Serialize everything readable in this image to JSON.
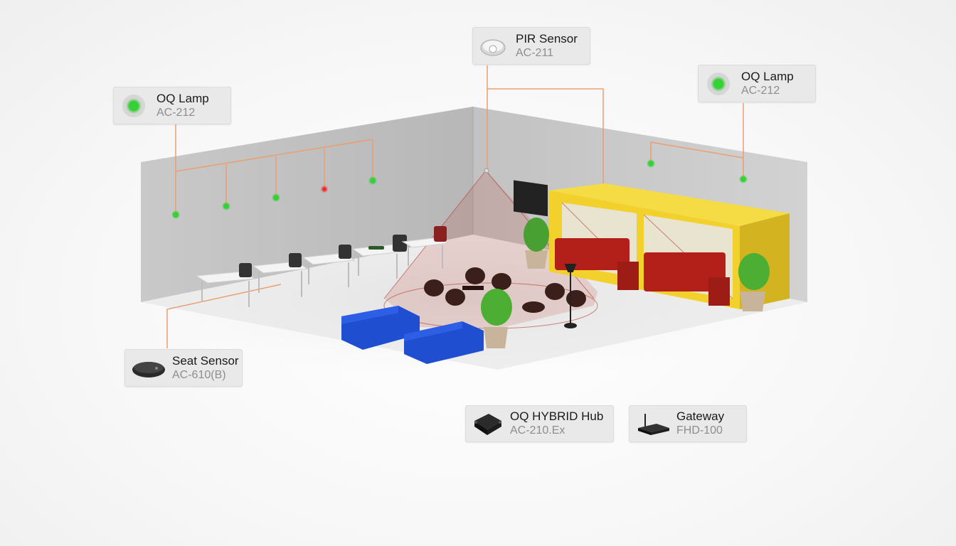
{
  "labels": {
    "pir_sensor": {
      "name": "PIR Sensor",
      "model": "AC-211",
      "icon": "pir-sensor-icon"
    },
    "oq_lamp_left": {
      "name": "OQ Lamp",
      "model": "AC-212",
      "icon": "green-lamp-icon"
    },
    "oq_lamp_right": {
      "name": "OQ Lamp",
      "model": "AC-212",
      "icon": "green-lamp-icon"
    },
    "seat_sensor": {
      "name": "Seat Sensor",
      "model": "AC-610(B)",
      "icon": "seat-sensor-icon"
    },
    "hub": {
      "name": "OQ HYBRID Hub",
      "model": "AC-210.Ex",
      "icon": "hub-device-icon"
    },
    "gateway": {
      "name": "Gateway",
      "model": "FHD-100",
      "icon": "gateway-router-icon"
    }
  },
  "colors": {
    "connector_line": "#e8a070",
    "lamp_green": "#35d135",
    "lamp_red": "#e53030",
    "pod_yellow": "#f2d12c",
    "sofa_blue": "#1f4fd0",
    "sofa_red": "#b3201a",
    "pir_cone": "#c0392b"
  }
}
